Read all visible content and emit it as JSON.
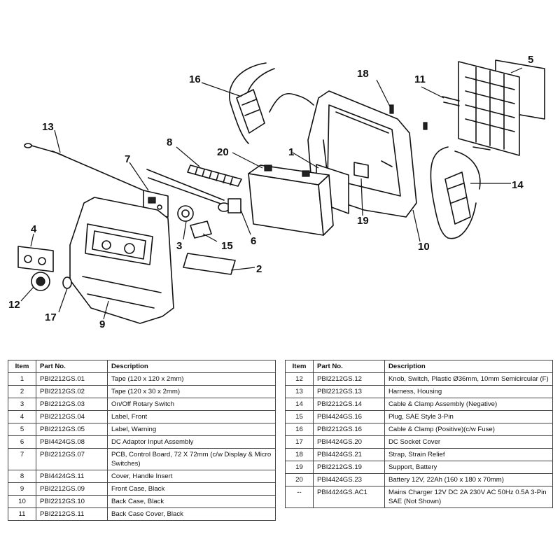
{
  "callouts": [
    {
      "num": "1"
    },
    {
      "num": "2"
    },
    {
      "num": "3"
    },
    {
      "num": "4"
    },
    {
      "num": "5"
    },
    {
      "num": "6"
    },
    {
      "num": "7"
    },
    {
      "num": "8"
    },
    {
      "num": "9"
    },
    {
      "num": "10"
    },
    {
      "num": "11"
    },
    {
      "num": "12"
    },
    {
      "num": "13"
    },
    {
      "num": "14"
    },
    {
      "num": "15"
    },
    {
      "num": "16"
    },
    {
      "num": "17"
    },
    {
      "num": "18"
    },
    {
      "num": "19"
    },
    {
      "num": "20"
    }
  ],
  "table_headers": {
    "item": "Item",
    "part": "Part No.",
    "desc": "Description"
  },
  "left_rows": [
    {
      "item": "1",
      "part": "PBI2212GS.01",
      "desc": "Tape (120 x 120 x 2mm)"
    },
    {
      "item": "2",
      "part": "PBI2212GS.02",
      "desc": "Tape (120 x 30 x 2mm)"
    },
    {
      "item": "3",
      "part": "PBI2212GS.03",
      "desc": "On/Off Rotary Switch"
    },
    {
      "item": "4",
      "part": "PBI2212GS.04",
      "desc": "Label, Front"
    },
    {
      "item": "5",
      "part": "PBI2212GS.05",
      "desc": "Label, Warning"
    },
    {
      "item": "6",
      "part": "PBI4424GS.08",
      "desc": "DC Adaptor Input Assembly"
    },
    {
      "item": "7",
      "part": "PBI2212GS.07",
      "desc": "PCB, Control Board, 72 X 72mm (c/w Display & Micro Switches)"
    },
    {
      "item": "8",
      "part": "PBI4424GS.11",
      "desc": "Cover, Handle Insert"
    },
    {
      "item": "9",
      "part": "PBI2212GS.09",
      "desc": "Front Case, Black"
    },
    {
      "item": "10",
      "part": "PBI2212GS.10",
      "desc": "Back Case, Black"
    },
    {
      "item": "11",
      "part": "PBI2212GS.11",
      "desc": "Back Case Cover, Black"
    }
  ],
  "right_rows": [
    {
      "item": "12",
      "part": "PBI2212GS.12",
      "desc": "Knob, Switch, Plastic Ø36mm, 10mm Semicircular (F)"
    },
    {
      "item": "13",
      "part": "PBI2212GS.13",
      "desc": "Harness, Housing"
    },
    {
      "item": "14",
      "part": "PBI2212GS.14",
      "desc": "Cable & Clamp Assembly (Negative)"
    },
    {
      "item": "15",
      "part": "PBI4424GS.16",
      "desc": "Plug, SAE Style 3-Pin"
    },
    {
      "item": "16",
      "part": "PBI2212GS.16",
      "desc": "Cable & Clamp (Positive)(c/w Fuse)"
    },
    {
      "item": "17",
      "part": "PBI4424GS.20",
      "desc": "DC Socket Cover"
    },
    {
      "item": "18",
      "part": "PBI4424GS.21",
      "desc": "Strap, Strain Relief"
    },
    {
      "item": "19",
      "part": "PBI2212GS.19",
      "desc": "Support, Battery"
    },
    {
      "item": "20",
      "part": "PBI4424GS.23",
      "desc": "Battery 12V, 22Ah  (160 x 180 x 70mm)"
    },
    {
      "item": "--",
      "part": "PBI4424GS.AC1",
      "desc": "Mains Charger 12V DC 2A 230V AC 50Hz 0.5A 3-Pin SAE (Not Shown)"
    }
  ]
}
